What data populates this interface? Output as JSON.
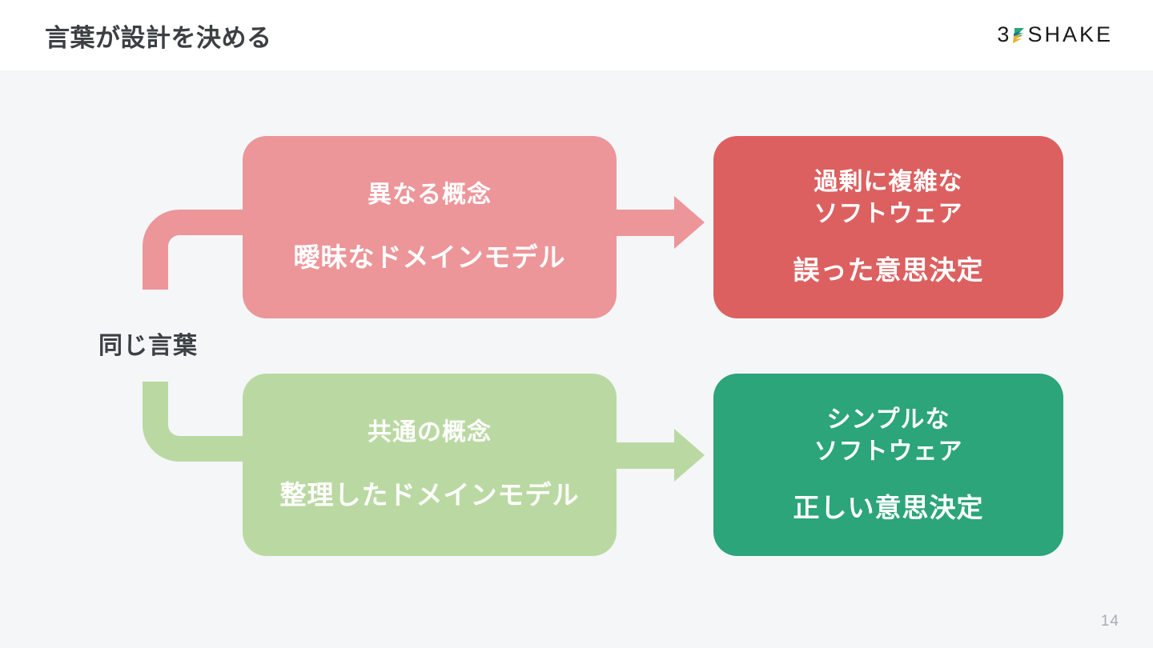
{
  "header": {
    "title": "言葉が設計を決める",
    "logo": {
      "prefix": "3",
      "name": "SHAKE",
      "mark_colors": {
        "top": "#2BA579",
        "middle": "#1B6FA8",
        "bottom": "#E8B32A"
      }
    }
  },
  "diagram": {
    "left_label": "同じ言葉",
    "rows": [
      {
        "cause": {
          "primary": "異なる概念",
          "secondary": "曖昧なドメインモデル",
          "color": "#EC9699"
        },
        "effect": {
          "primary_line1": "過剰に複雑な",
          "primary_line2": "ソフトウェア",
          "secondary": "誤った意思決定",
          "color": "#DD6060"
        },
        "connector_color": "#EC9699",
        "arrow_color": "#EC9699"
      },
      {
        "cause": {
          "primary": "共通の概念",
          "secondary": "整理したドメインモデル",
          "color": "#BAD9A2"
        },
        "effect": {
          "primary_line1": "シンプルな",
          "primary_line2": "ソフトウェア",
          "secondary": "正しい意思決定",
          "color": "#2BA579"
        },
        "connector_color": "#BAD9A2",
        "arrow_color": "#BAD9A2"
      }
    ]
  },
  "footer": {
    "page_number": "14"
  },
  "theme": {
    "background": "#F4F6F8",
    "header_background": "#FFFFFF",
    "title_color": "#3C4043",
    "page_number_color": "#A8ADB2"
  }
}
